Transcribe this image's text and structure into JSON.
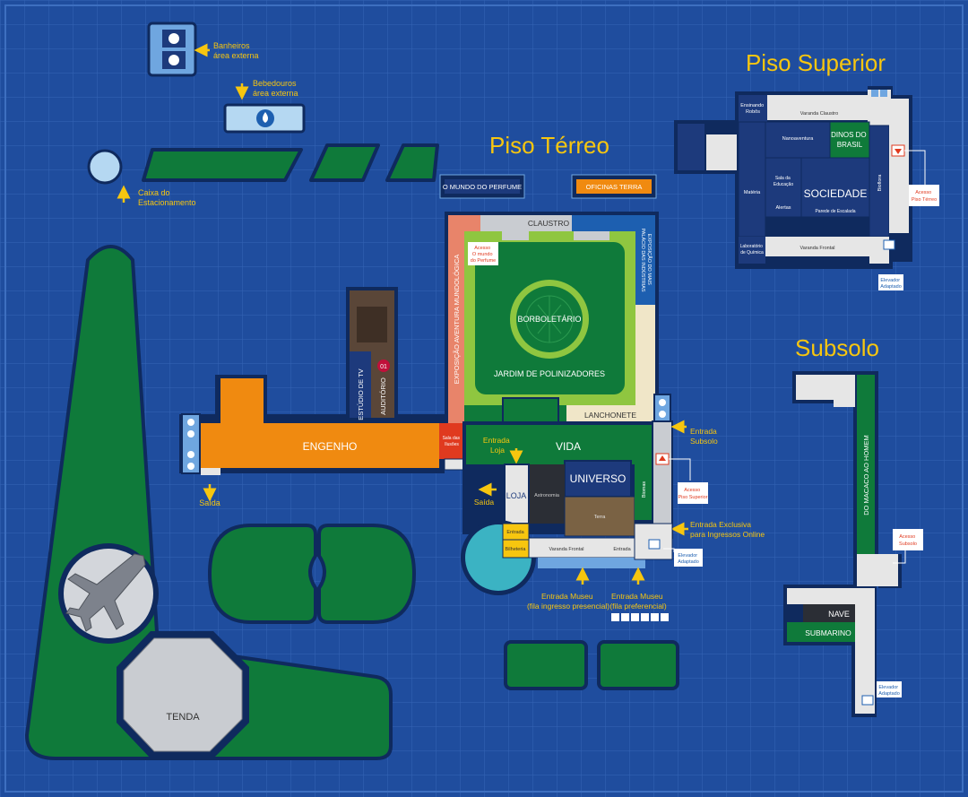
{
  "titles": {
    "piso_terreo": "Piso Térreo",
    "piso_superior": "Piso Superior",
    "subsolo": "Subsolo"
  },
  "external": {
    "banheiros": [
      "Banheiros",
      "área externa"
    ],
    "bebedouros": [
      "Bebedouros",
      "área externa"
    ],
    "caixa": [
      "Caixa do",
      "Estacionamento"
    ]
  },
  "terreo": {
    "mundo_perfume": "O MUNDO DO PERFUME",
    "oficinas_terra": "OFICINAS TERRA",
    "claustro": "CLAUSTRO",
    "exposicao_aventura": "EXPOSIÇÃO AVENTURA MUNDOLÓGICA",
    "exposicao_palacio": [
      "EXPOSIÇÃO DO MAIS",
      "PALÁCIO DAS INDÚSTRIAS"
    ],
    "acesso_perfume": [
      "Acesso",
      "O mundo",
      "do Perfume"
    ],
    "borboletario": "BORBOLETÁRIO",
    "jardim": "JARDIM DE POLINIZADORES",
    "lanchonete": "LANCHONETE",
    "sala_ilusoes": [
      "Sala das",
      "Ilusões"
    ],
    "engenho": "ENGENHO",
    "estudio": "ESTÚDIO DE TV",
    "auditorio": "AUDITÓRIO",
    "auditorio_num": "01",
    "saida": "Saída",
    "saida_loja": "Saída",
    "entrada_loja": [
      "Entrada",
      "Loja"
    ],
    "vida": "VIDA",
    "universo": "UNIVERSO",
    "loja": "LOJA",
    "astronomia": "Astronomia",
    "terra": "Terra",
    "biomas": "Biomas",
    "entrada_box": "Entrada",
    "bilheteria": "Bilheteria",
    "varanda_frontal": "Varanda Frontal",
    "entrada_small": "Entrada",
    "entrada_subsolo": [
      "Entrada",
      "Subsolo"
    ],
    "acesso_piso_superior": [
      "Acesso",
      "Piso Superior"
    ],
    "entrada_exclusiva": [
      "Entrada Exclusiva",
      "para Ingressos Online"
    ],
    "elevador": [
      "Elevador",
      "Adaptado"
    ],
    "entrada_museu_presencial": [
      "Entrada Museu",
      "(fila ingresso presencial)"
    ],
    "entrada_museu_preferencial": [
      "Entrada Museu",
      "(fila preferencial)"
    ],
    "tenda": "TENDA"
  },
  "superior": {
    "ensinando_robos": [
      "Ensinando",
      "Robôs"
    ],
    "varanda_claustro": "Varanda Claustro",
    "nanoaventura": "Nanoaventura",
    "dinos": [
      "DINOS DO",
      "BRASIL"
    ],
    "sociedade": "SOCIEDADE",
    "parede": "Parede de Escalada",
    "sala_educacao": [
      "Sala da",
      "Educação"
    ],
    "alertas": "Alertas",
    "materia": "Matéria",
    "laboratorio": [
      "Laboratório",
      "de Química"
    ],
    "varanda_frontal": "Varanda Frontal",
    "bioflora": "Bioflora",
    "acesso_terreo": [
      "Acesso",
      "Piso Térreo"
    ],
    "elevador": [
      "Elevador",
      "Adaptado"
    ]
  },
  "subsolo": {
    "macaco": "DO MACACO AO HOMEM",
    "acesso_subsolo": [
      "Acesso",
      "Subsolo"
    ],
    "nave": "NAVE",
    "submarino": "SUBMARINO",
    "elevador": [
      "Elevador",
      "Adaptado"
    ]
  },
  "colors": {
    "background": "#1f4d9e",
    "grid": "#3565b6",
    "green": "#0f7a3a",
    "orange": "#f08a10",
    "yellow": "#f7c60f",
    "navy": "#1d3a7c",
    "gray": "#c9ccd1",
    "red": "#e03a1f"
  }
}
